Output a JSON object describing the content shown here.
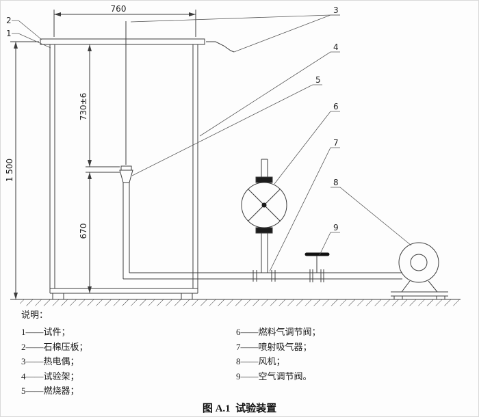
{
  "diagram": {
    "dims": {
      "top_width": "760",
      "total_height": "1 500",
      "upper_height": "730±6",
      "lower_height": "670"
    },
    "callouts": [
      "1",
      "2",
      "3",
      "4",
      "5",
      "6",
      "7",
      "8",
      "9"
    ]
  },
  "legend": {
    "title": "说明：",
    "items_left": [
      "1——试件；",
      "2——石棉压板；",
      "3——热电偶；",
      "4——试验架；",
      "5——燃烧器；"
    ],
    "items_right": [
      "6——燃料气调节阀；",
      "7——喷射吸气器；",
      "8——风机；",
      "9——空气调节阀。"
    ]
  },
  "caption": "图 A.1  试验装置"
}
